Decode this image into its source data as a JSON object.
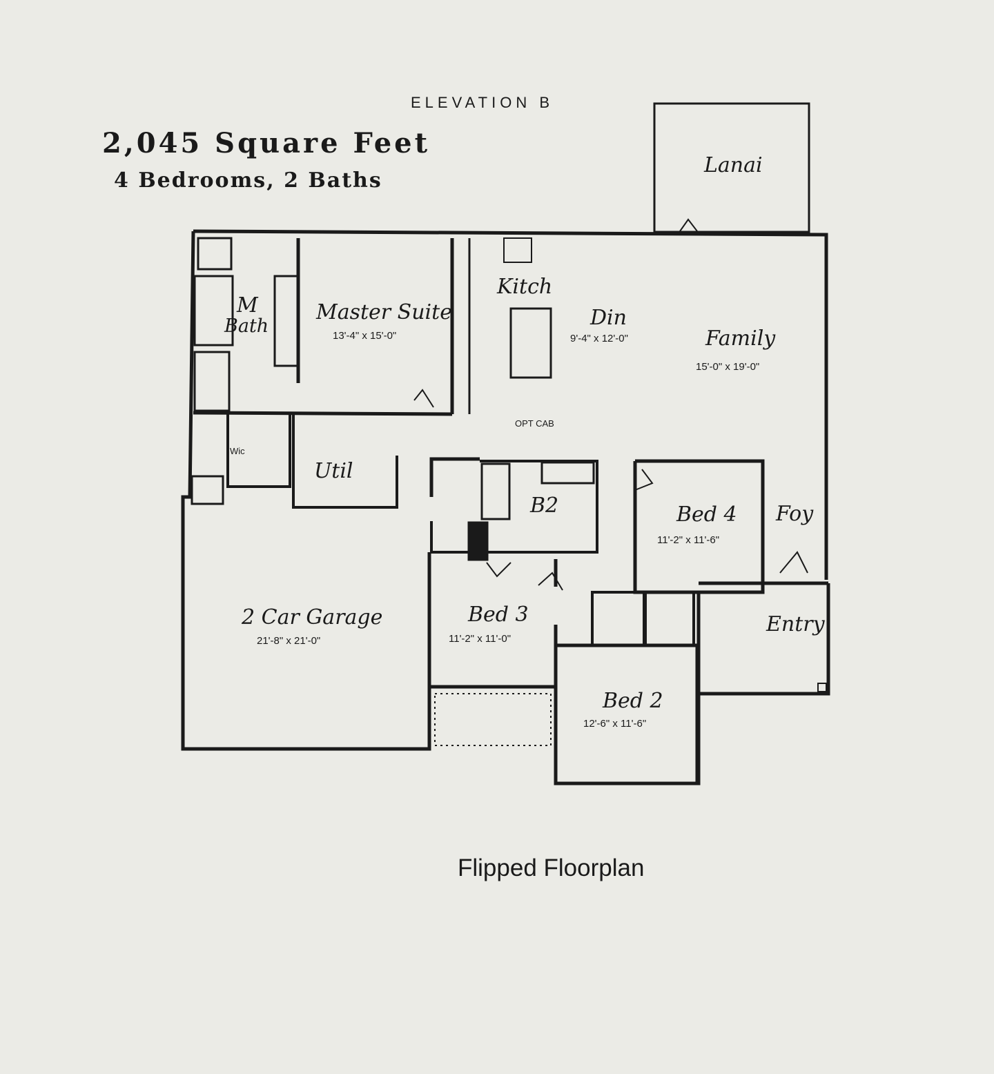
{
  "header": {
    "elevation": "ELEVATION B",
    "square_feet": "2,045 Square Feet",
    "rooms_summary": "4 Bedrooms, 2 Baths"
  },
  "rooms": {
    "lanai": {
      "name": "Lanai"
    },
    "master_bath": {
      "name_1": "M",
      "name_2": "Bath"
    },
    "master_suite": {
      "name": "Master Suite",
      "dims": "13'-4\" x 15'-0\""
    },
    "kitchen": {
      "name": "Kitch"
    },
    "dining": {
      "name": "Din",
      "dims": "9'-4\" x 12'-0\""
    },
    "family": {
      "name": "Family",
      "dims": "15'-0\" x 19'-0\""
    },
    "wic": {
      "name": "Wic"
    },
    "utility": {
      "name": "Util"
    },
    "opt_cab": {
      "name": "OPT CAB"
    },
    "bath2": {
      "name": "B2"
    },
    "bed4": {
      "name": "Bed 4",
      "dims": "11'-2\" x 11'-6\""
    },
    "foyer": {
      "name": "Foy"
    },
    "garage": {
      "name": "2 Car Garage",
      "dims": "21'-8\" x 21'-0\""
    },
    "bed3": {
      "name": "Bed 3",
      "dims": "11'-2\" x 11'-0\""
    },
    "entry": {
      "name": "Entry"
    },
    "bed2": {
      "name": "Bed 2",
      "dims": "12'-6\" x 11'-6\""
    }
  },
  "caption": "Flipped Floorplan"
}
